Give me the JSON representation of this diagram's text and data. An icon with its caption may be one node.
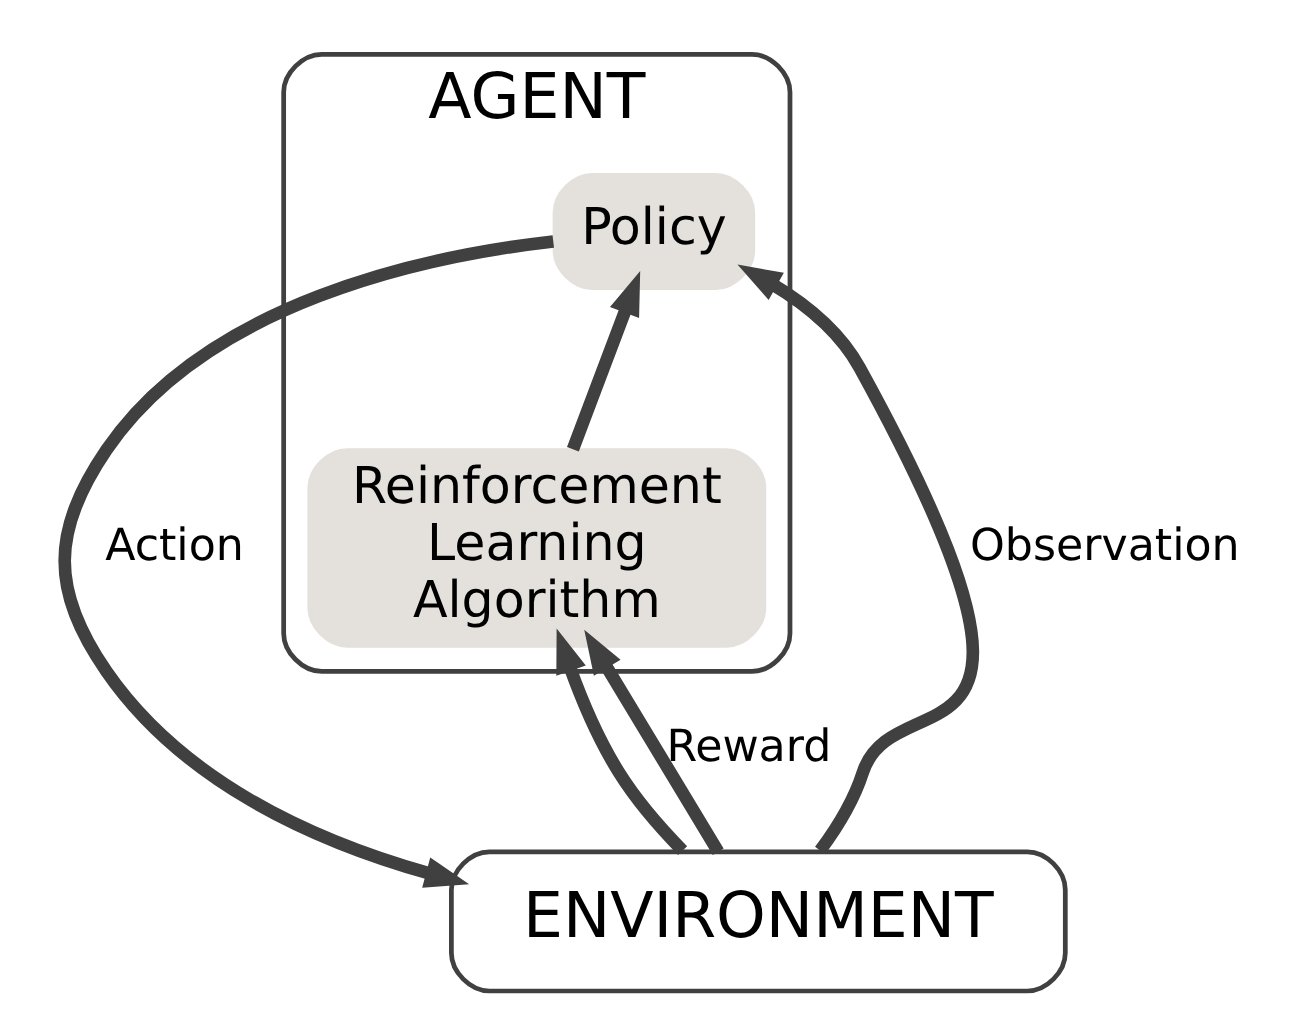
{
  "diagram": {
    "nodes": [
      {
        "text": [
          "AGENT"
        ]
      },
      {
        "text": [
          "Policy"
        ],
        "in": 0
      },
      {
        "text": [
          "Reinforcement Learning Algorithm"
        ],
        "in": 0
      },
      {
        "text": [
          "ENVIRONMENT"
        ]
      }
    ],
    "edges": [
      {
        "from": 3,
        "to": 1,
        "arrow": "to",
        "label": "Observation"
      },
      {
        "from": 3,
        "to": 2,
        "arrow": "to"
      },
      {
        "from": 2,
        "to": 1,
        "arrow": "to"
      },
      {
        "from": 3,
        "to": 2,
        "arrow": "to",
        "label": "Reward"
      },
      {
        "from": 1,
        "to": 3,
        "arrow": "to",
        "label": "Action"
      }
    ]
  }
}
